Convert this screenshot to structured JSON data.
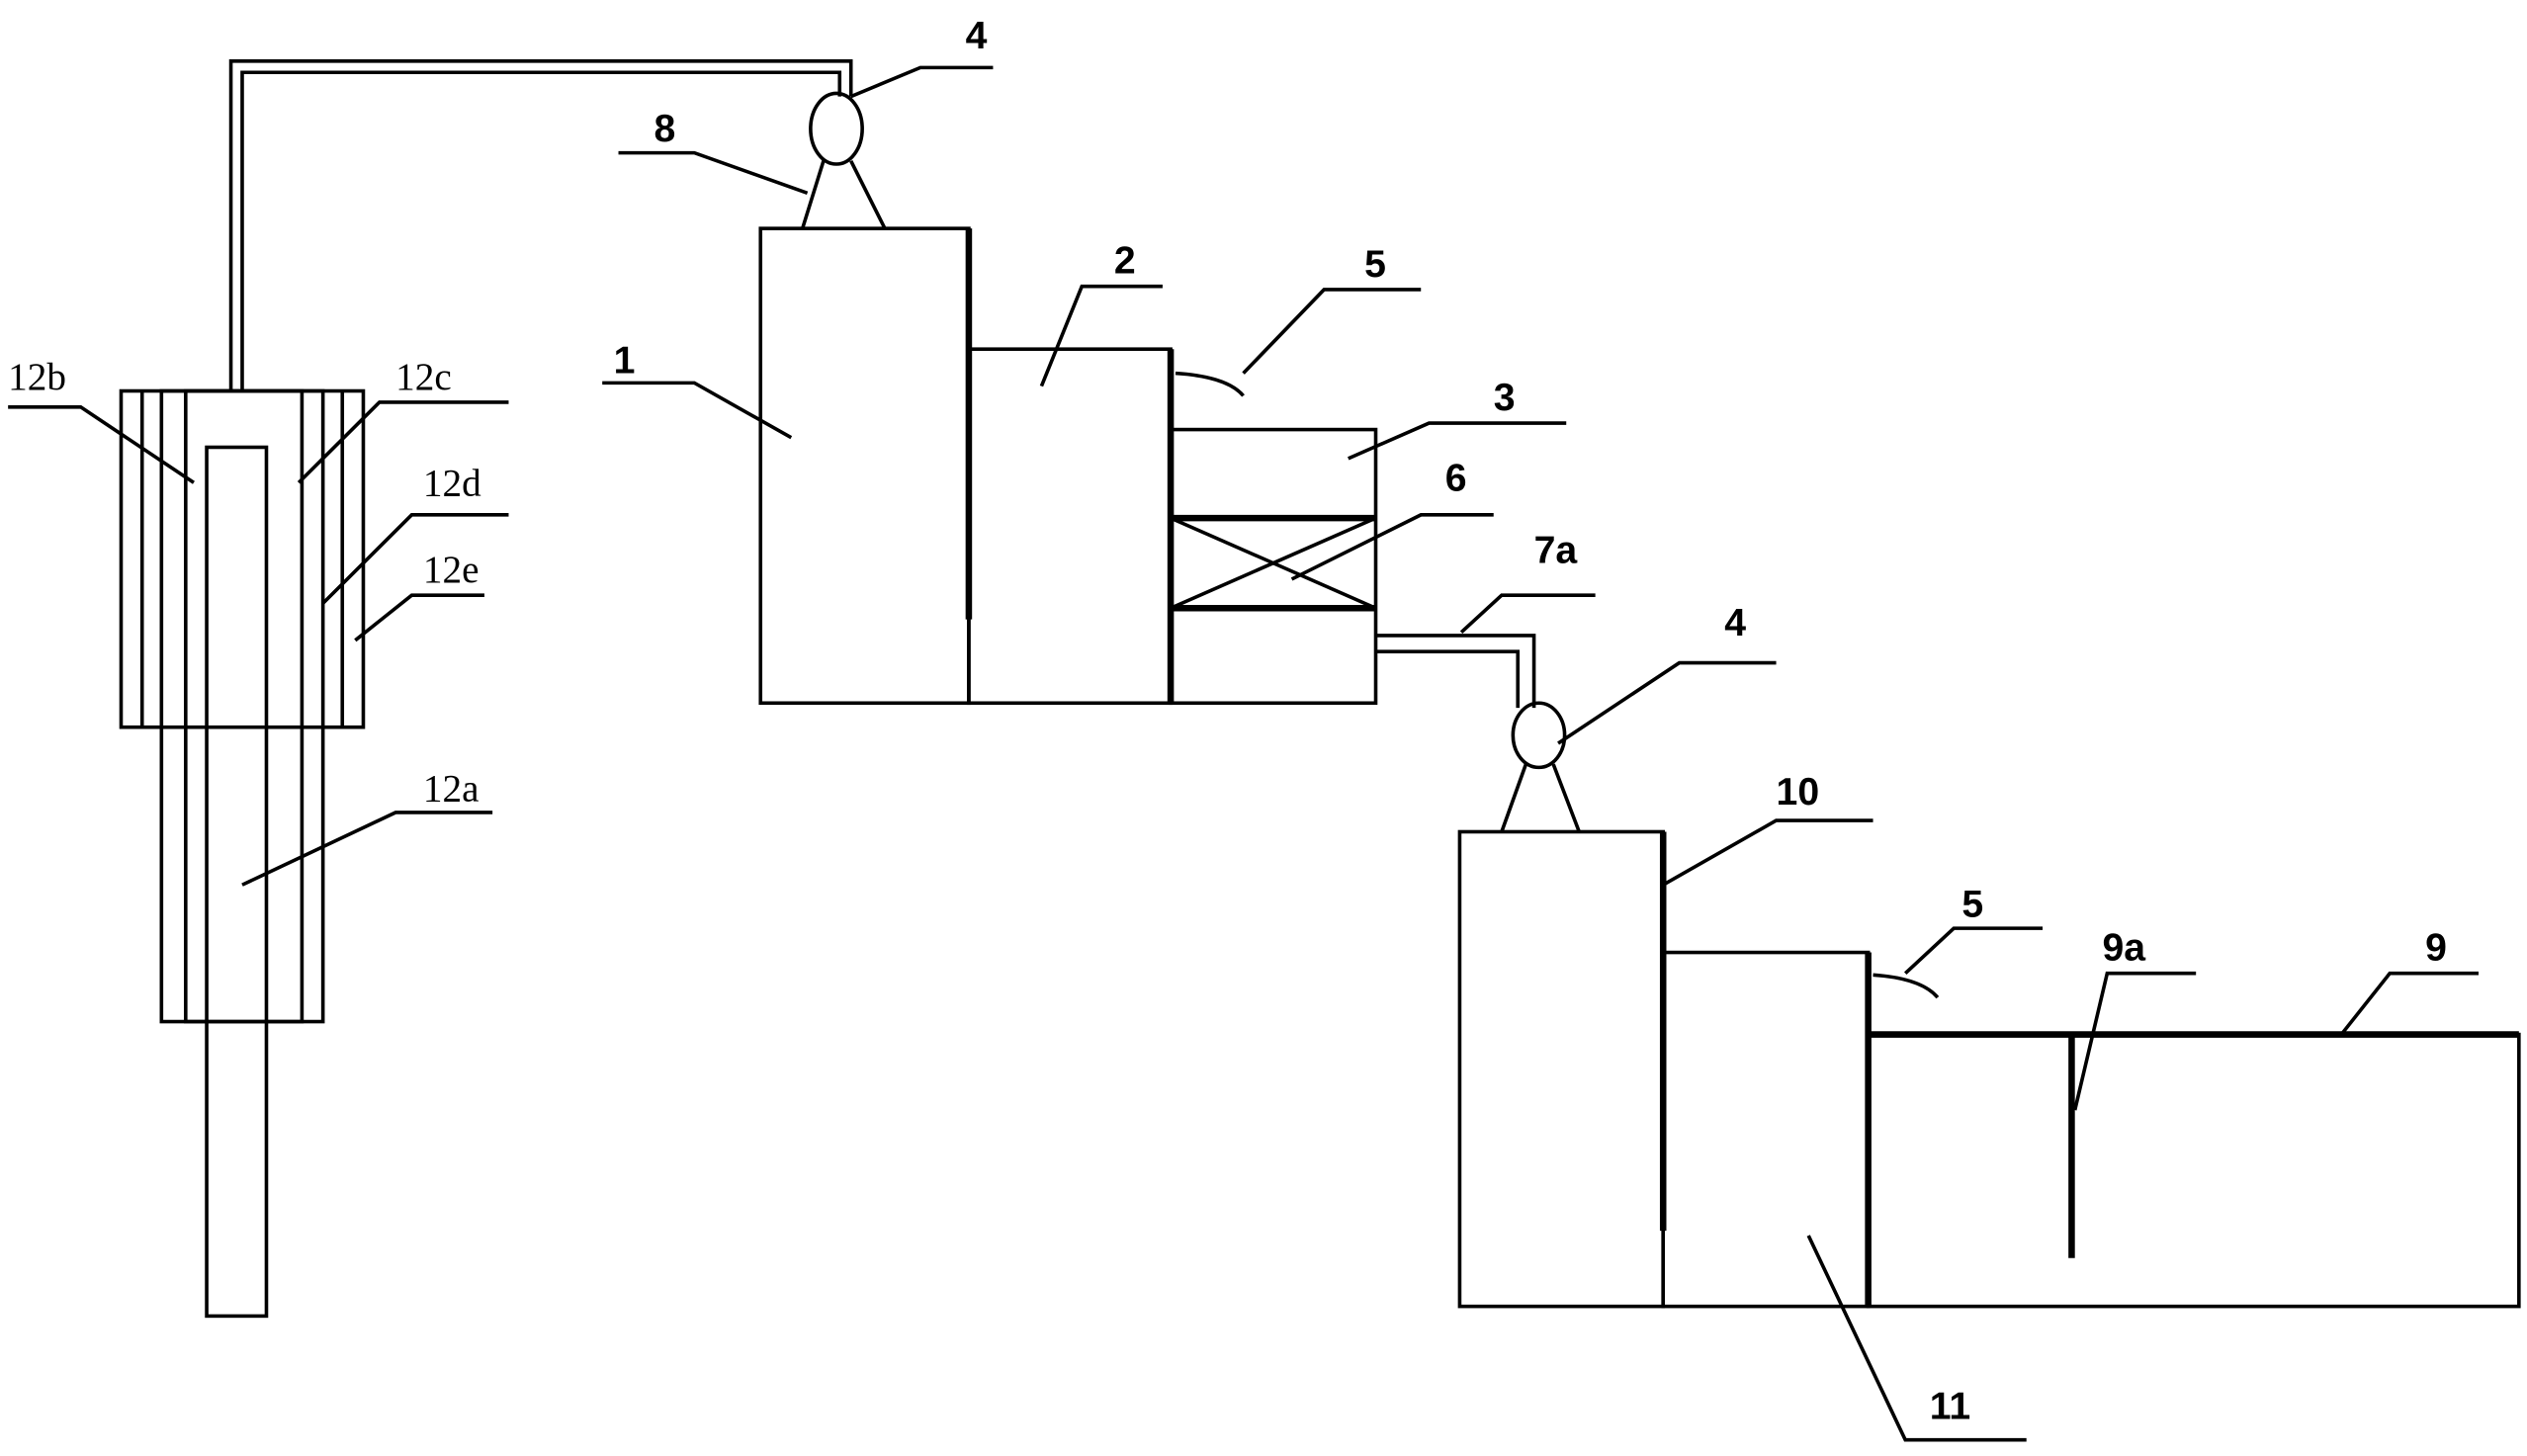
{
  "labels": {
    "pump_top": "4",
    "support": "8",
    "tank1": "1",
    "tank2": "2",
    "pipe5_top": "5",
    "tank3": "3",
    "filter6": "6",
    "pipe7a": "7a",
    "pump_mid": "4",
    "tank10": "10",
    "pipe5_bottom": "5",
    "baffle9a": "9a",
    "tank9": "9",
    "tank11": "11",
    "p12b": "12b",
    "p12c": "12c",
    "p12d": "12d",
    "p12e": "12e",
    "p12a": "12a"
  }
}
